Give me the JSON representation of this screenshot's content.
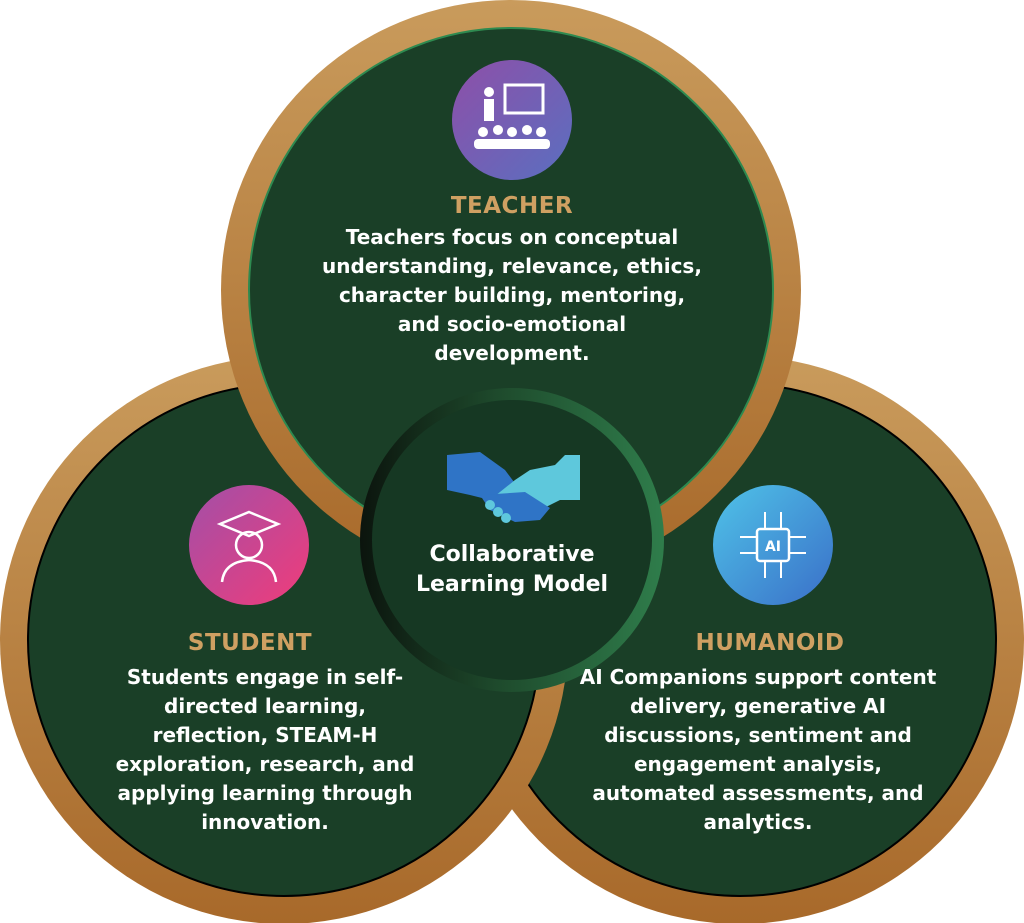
{
  "colors": {
    "ring": "#c79858",
    "ring_dark": "#a8702c",
    "fill": "#1a3f27",
    "center_fill": "#163823",
    "center_ring": "#2e7a4a",
    "title": "#cfa062"
  },
  "center": {
    "icon": "handshake-human-robot-icon",
    "label": "Collaborative Learning Model"
  },
  "teacher": {
    "icon": "teacher-presentation-icon",
    "title": "TEACHER",
    "text": "Teachers focus on conceptual understanding, relevance, ethics, character building, mentoring, and socio-emotional development."
  },
  "student": {
    "icon": "graduate-student-icon",
    "title": "STUDENT",
    "text": "Students engage in self-directed learning, reflection, STEAM-H exploration, research, and applying learning through innovation."
  },
  "humanoid": {
    "icon": "ai-chip-icon",
    "title": "HUMANOID",
    "text": "AI Companions support content delivery, generative AI discussions, sentiment and engagement analysis, automated assessments, and analytics."
  }
}
